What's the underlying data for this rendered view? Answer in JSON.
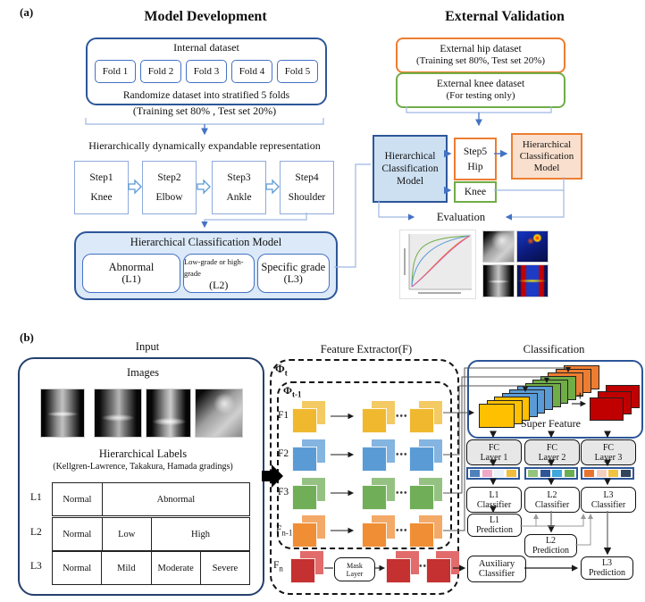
{
  "panel_a": {
    "tag": "(a)",
    "model_dev_title": "Model Development",
    "external_title": "External Validation",
    "internal": {
      "title": "Internal dataset",
      "folds": [
        "Fold 1",
        "Fold 2",
        "Fold 3",
        "Fold 4",
        "Fold 5"
      ],
      "caption": "Randomize dataset into stratified 5 folds"
    },
    "split_note": "(Training set 80% , Test set 20%)",
    "hier_caption": "Hierarchically dynamically expandable representation",
    "steps": [
      {
        "n": "Step1",
        "part": "Knee"
      },
      {
        "n": "Step2",
        "part": "Elbow"
      },
      {
        "n": "Step3",
        "part": "Ankle"
      },
      {
        "n": "Step4",
        "part": "Shoulder"
      }
    ],
    "hcm_title": "Hierarchical Classification Model",
    "hcm_levels": [
      {
        "name": "Abnormal",
        "level": "(L1)"
      },
      {
        "name": "Low-grade or high-grade",
        "level": "(L2)"
      },
      {
        "name": "Specific grade",
        "level": "(L3)"
      }
    ],
    "external": {
      "hip_line1": "External hip dataset",
      "hip_line2": "(Training set 80%, Test set 20%)",
      "knee_line1": "External knee dataset",
      "knee_line2": "(For testing only)",
      "hcm_blue": "Hierarchical Classification Model",
      "step5_n": "Step5",
      "step5_part": "Hip",
      "knee_label": "Knee",
      "hcm_orange": "Hierarchical Classification Model",
      "evaluation": "Evaluation",
      "roc_curve_colors": [
        "#70AD47",
        "#5B9BD5",
        "#ED7D31",
        "#D457B0"
      ]
    }
  },
  "panel_b": {
    "tag": "(b)",
    "input": {
      "title": "Input",
      "images_title": "Images",
      "labels_title": "Hierarchical Labels",
      "labels_sub": "(Kellgren-Lawrence, Takakura, Hamada gradings)",
      "table": {
        "rows": [
          {
            "level": "L1",
            "cells": [
              "Normal",
              "Abnormal"
            ]
          },
          {
            "level": "L2",
            "cells": [
              "Normal",
              "Low",
              "High"
            ]
          },
          {
            "level": "L3",
            "cells": [
              "Normal",
              "Mild",
              "Moderate",
              "Severe"
            ]
          }
        ]
      }
    },
    "extractor": {
      "title": "Feature Extractor(F)",
      "phi_t": {
        "base": "Φ",
        "sub": "t"
      },
      "phi_prev": {
        "base": "Φ",
        "sub": "t-1"
      },
      "f1": "F1",
      "f2": "F2",
      "f3": "F3",
      "fn1": {
        "base": "F",
        "sub": "n-1"
      },
      "fn": {
        "base": "F",
        "sub": "n"
      },
      "mask": {
        "l1": "Mask",
        "l2": "Layer"
      },
      "dots": "•••",
      "row_colors": {
        "f1": "#EFB82F",
        "f2": "#5B9BD5",
        "f3": "#71AE58",
        "fn1": "#EF8E35",
        "fn": "#C53030"
      }
    },
    "classification": {
      "title": "Classification",
      "super_feature": "Super Feature",
      "plus": "+",
      "stack_colors": [
        "#FFC000",
        "#5B9BD5",
        "#70AD47",
        "#ED7D31"
      ],
      "red_stack_color": "#C00000",
      "fc": {
        "t": "FC",
        "layers": [
          "Layer 1",
          "Layer 2",
          "Layer 3"
        ]
      },
      "strips": {
        "l1": [
          "#4F81BD",
          "#F0A8C8",
          "#E9F0F8",
          "#F0BC3C"
        ],
        "l2": [
          "#93C47D",
          "#2F5597",
          "#3FA8DC",
          "#6AAE54"
        ],
        "l3": [
          "#E8732E",
          "#F4CFBF",
          "#F3C242",
          "#32455C"
        ]
      },
      "classifiers": [
        {
          "t": "L1",
          "b": "Classifier"
        },
        {
          "t": "L2",
          "b": "Classifier"
        },
        {
          "t": "L3",
          "b": "Classifier"
        }
      ],
      "predictions": [
        {
          "t": "L1",
          "b": "Prediction"
        },
        {
          "t": "L2",
          "b": "Prediction"
        },
        {
          "t": "L3",
          "b": "Prediction"
        }
      ],
      "auxiliary": {
        "t": "Auxiliary",
        "b": "Classifier"
      }
    }
  },
  "colors": {
    "blue_dark": "#2D5699",
    "blue_mid": "#4472C4",
    "blue_fill": "#DBE9F8",
    "orange": "#ED7D31",
    "orange_fill": "#F9E0CE",
    "green": "#70AD47"
  }
}
